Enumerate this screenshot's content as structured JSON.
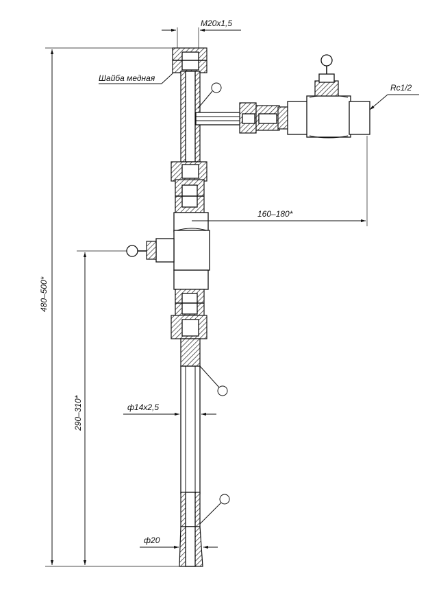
{
  "drawing": {
    "labels": {
      "thread_top": "М20х1,5",
      "washer": "Шайба медная",
      "thread_rc": "Rc1/2",
      "horizontal_offset": "160–180*",
      "total_length": "480–500*",
      "lower_length": "290–310*",
      "tube_size": "ф14х2,5",
      "bottom_diameter": "ф20"
    }
  }
}
